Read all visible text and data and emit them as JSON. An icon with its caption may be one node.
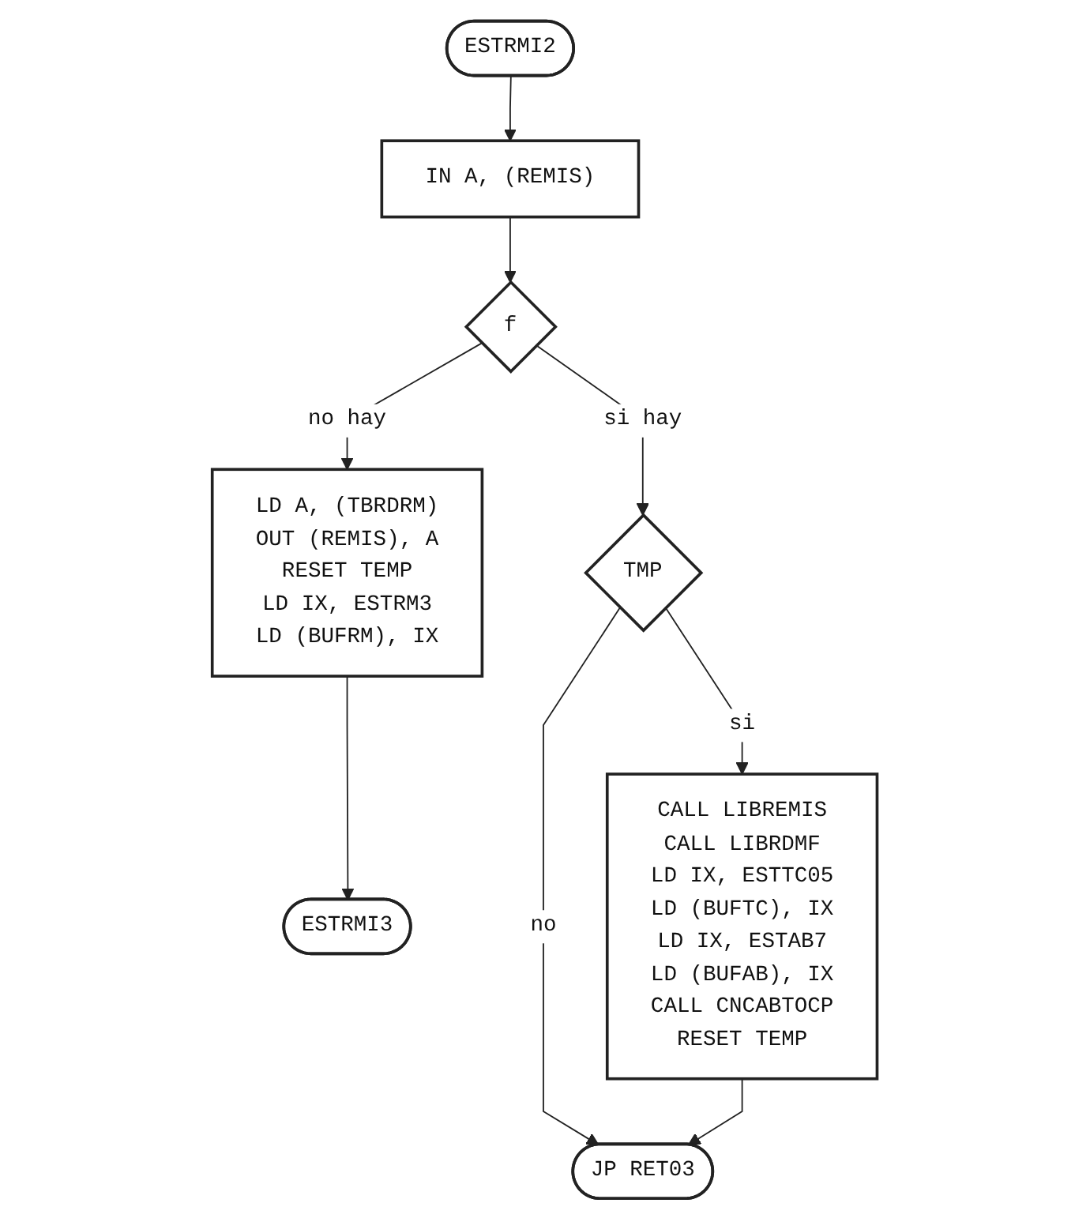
{
  "diagram": {
    "nodes": [
      {
        "text": [
          "ESTRMI2"
        ]
      },
      {
        "text": [
          "IN A, (REMIS)"
        ]
      },
      {
        "text": [
          "f"
        ]
      },
      {
        "text": [
          "TMP"
        ]
      },
      {
        "text": [
          "LD A, (TBRDRM)",
          "OUT (REMIS), A",
          "RESET TEMP",
          "LD IX, ESTRM3",
          "LD (BUFRM), IX"
        ]
      },
      {
        "text": [
          "ESTRMI3"
        ]
      },
      {
        "text": [
          "CALL LIBREMIS",
          "CALL LIBRDMF",
          "LD IX, ESTTC05",
          "LD (BUFTC), IX",
          "LD IX, ESTAB7",
          "LD (BUFAB), IX",
          "CALL CNCABTOCP",
          "RESET TEMP"
        ]
      },
      {
        "text": [
          "JP RET03"
        ]
      }
    ],
    "edges": [
      {
        "from": 0,
        "to": 1,
        "arrow": "to"
      },
      {
        "from": 1,
        "to": 2,
        "arrow": "to"
      },
      {
        "from": 2,
        "to": 4,
        "label": "no hay",
        "arrow": "to"
      },
      {
        "from": 2,
        "to": 3,
        "label": "si hay",
        "arrow": "to"
      },
      {
        "from": 3,
        "to": 6,
        "label": "si",
        "arrow": "to"
      },
      {
        "from": 3,
        "to": 7,
        "label": "no",
        "arrow": "to"
      },
      {
        "from": 4,
        "to": 5,
        "arrow": "to"
      },
      {
        "from": 6,
        "to": 7,
        "arrow": "to"
      }
    ]
  }
}
